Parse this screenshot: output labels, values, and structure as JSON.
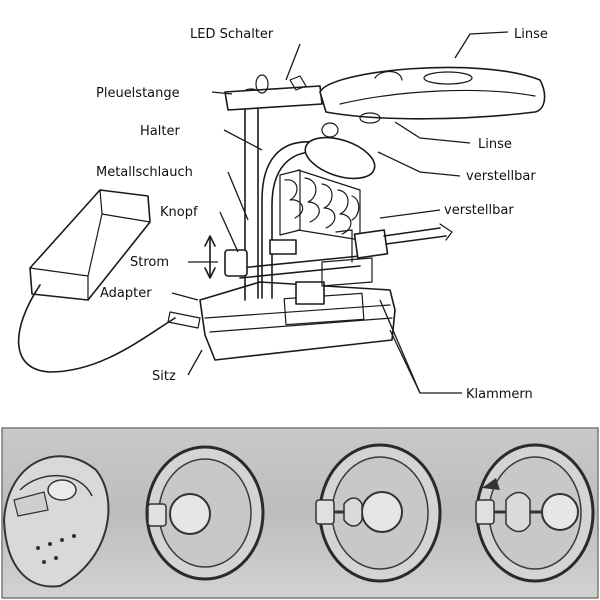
{
  "labels": {
    "led_switch": "LED Schalter",
    "lens_top": "Linse",
    "connecting_rod": "Pleuelstange",
    "holder": "Halter",
    "lens_lower": "Linse",
    "metal_hose": "Metallschlauch",
    "adjustable_1": "verstellbar",
    "knob": "Knopf",
    "adjustable_2": "verstellbar",
    "power": "Strom",
    "adapter": "Adapter",
    "seat": "Sitz",
    "clamps": "Klammern"
  }
}
